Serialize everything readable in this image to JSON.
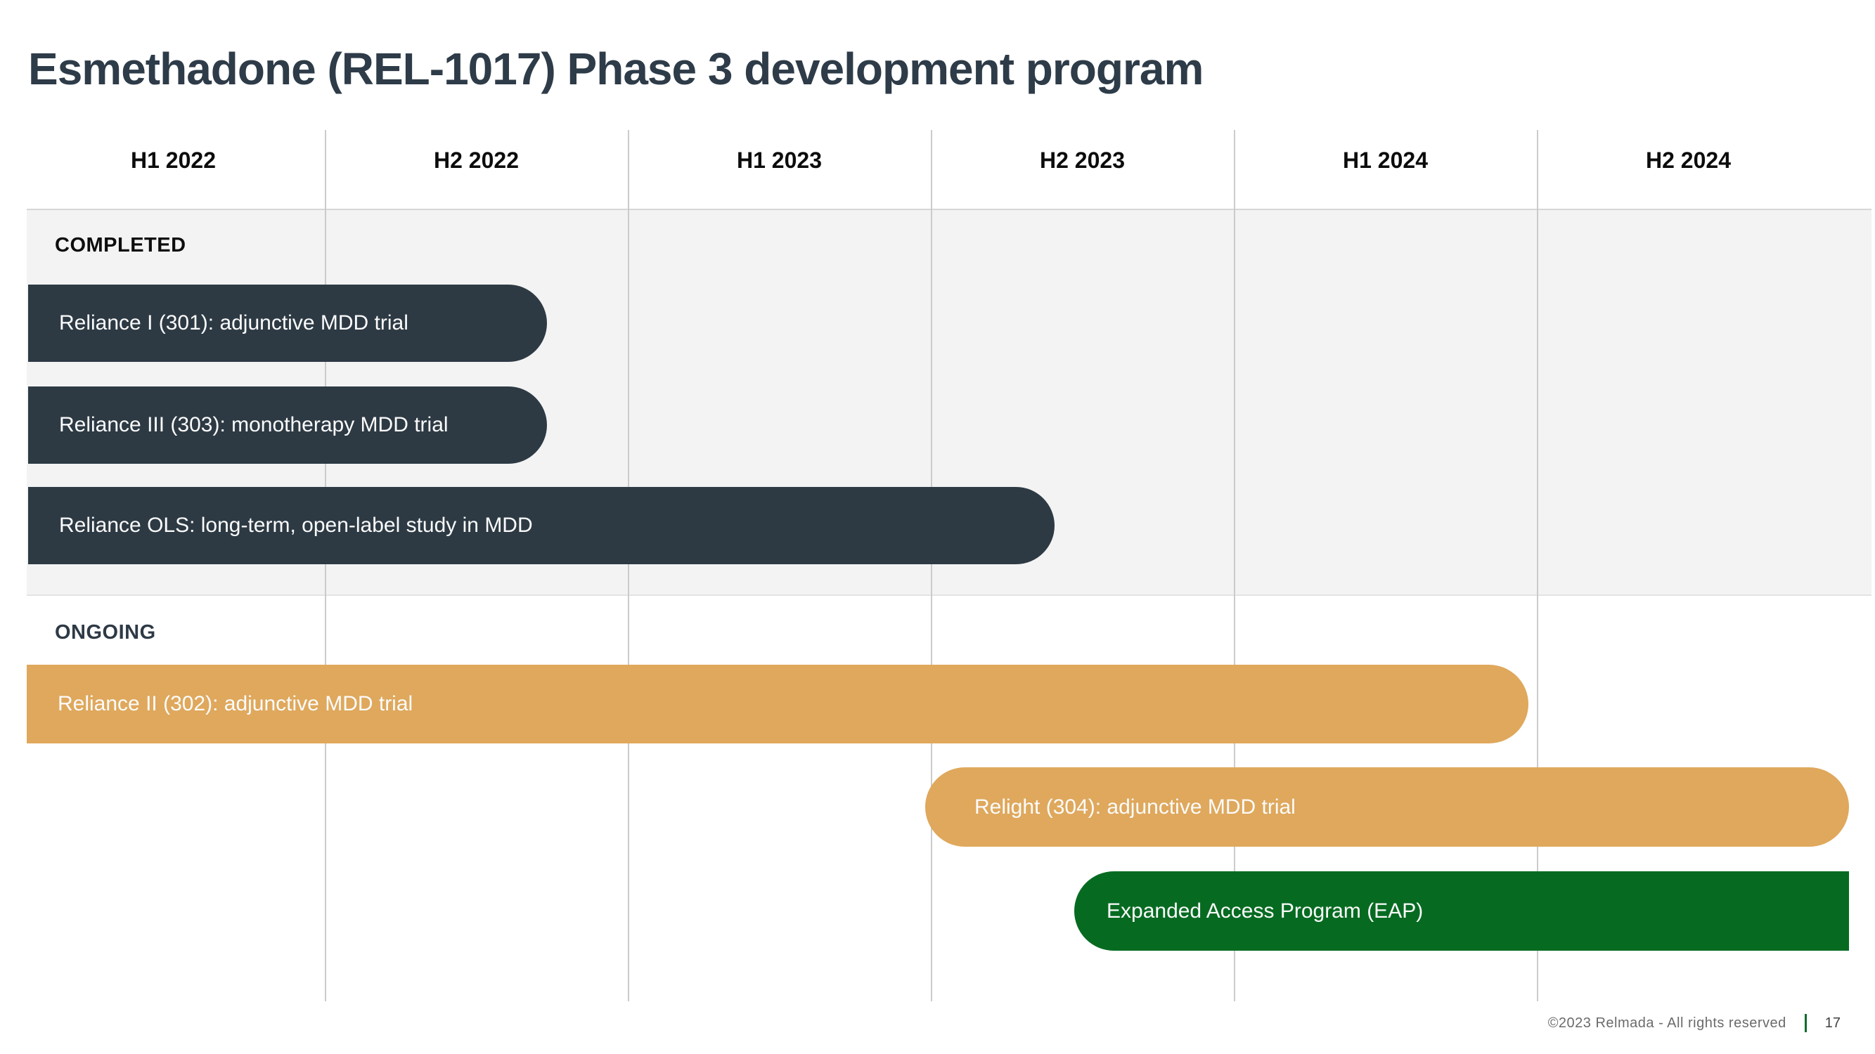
{
  "slide": {
    "title": "Esmethadone (REL-1017) Phase 3 development program"
  },
  "timeline": {
    "columns": [
      "H1 2022",
      "H2 2022",
      "H1 2023",
      "H2 2023",
      "H1 2024",
      "H2 2024"
    ],
    "sections": {
      "completed": {
        "label": "COMPLETED",
        "bars": [
          {
            "label": "Reliance I (301): adjunctive MDD trial"
          },
          {
            "label": "Reliance III (303): monotherapy MDD trial"
          },
          {
            "label": "Reliance OLS: long-term, open-label study in MDD"
          }
        ]
      },
      "ongoing": {
        "label": "ONGOING",
        "bars": [
          {
            "label": "Reliance II (302): adjunctive MDD trial"
          },
          {
            "label": "Relight (304): adjunctive MDD trial"
          },
          {
            "label": "Expanded Access Program (EAP)"
          }
        ]
      }
    }
  },
  "footer": {
    "copyright": "©2023 Relmada - All rights reserved",
    "page": "17"
  },
  "colors": {
    "completed_bar": "#2d3a44",
    "ongoing_bar": "#dfa85c",
    "eap_bar": "#066b21",
    "completed_band_bg": "#f3f3f3",
    "grid_line": "#cbcbcb",
    "title_text": "#2e3b48",
    "footer_separator_green": "#0c6d2d"
  },
  "chart_data": {
    "type": "bar",
    "subtype": "gantt-timeline",
    "title": "Esmethadone (REL-1017) Phase 3 development program",
    "x": {
      "categories": [
        "H1 2022",
        "H2 2022",
        "H1 2023",
        "H2 2023",
        "H1 2024",
        "H2 2024"
      ],
      "unit": "half-year period (1 unit = one half-year column)",
      "range_units": [
        0,
        6
      ]
    },
    "groups": [
      "COMPLETED",
      "ONGOING"
    ],
    "series": [
      {
        "name": "Reliance I (301): adjunctive MDD trial",
        "group": "COMPLETED",
        "start_units": 0.0,
        "end_units": 1.7,
        "start": "H1 2022",
        "end": "mid H2 2022",
        "color": "#2d3a44"
      },
      {
        "name": "Reliance III (303): monotherapy MDD trial",
        "group": "COMPLETED",
        "start_units": 0.0,
        "end_units": 1.7,
        "start": "H1 2022",
        "end": "mid H2 2022",
        "color": "#2d3a44"
      },
      {
        "name": "Reliance OLS: long-term, open-label study in MDD",
        "group": "COMPLETED",
        "start_units": 0.0,
        "end_units": 3.4,
        "start": "H1 2022",
        "end": "early H2 2023",
        "color": "#2d3a44"
      },
      {
        "name": "Reliance II (302): adjunctive MDD trial",
        "group": "ONGOING",
        "start_units": 0.0,
        "end_units": 4.95,
        "start": "H1 2022",
        "end": "end of H1 2024",
        "color": "#dfa85c"
      },
      {
        "name": "Relight (304): adjunctive MDD trial",
        "group": "ONGOING",
        "start_units": 3.0,
        "end_units": 6.0,
        "start": "H2 2023",
        "end": "through H2 2024",
        "color": "#dfa85c"
      },
      {
        "name": "Expanded Access Program (EAP)",
        "group": "ONGOING",
        "start_units": 3.45,
        "end_units": 6.0,
        "start": "mid H2 2023",
        "end": "through H2 2024 (continuing)",
        "color": "#066b21"
      }
    ],
    "legend": "none",
    "gridlines": "vertical lines at each half-year column boundary"
  }
}
